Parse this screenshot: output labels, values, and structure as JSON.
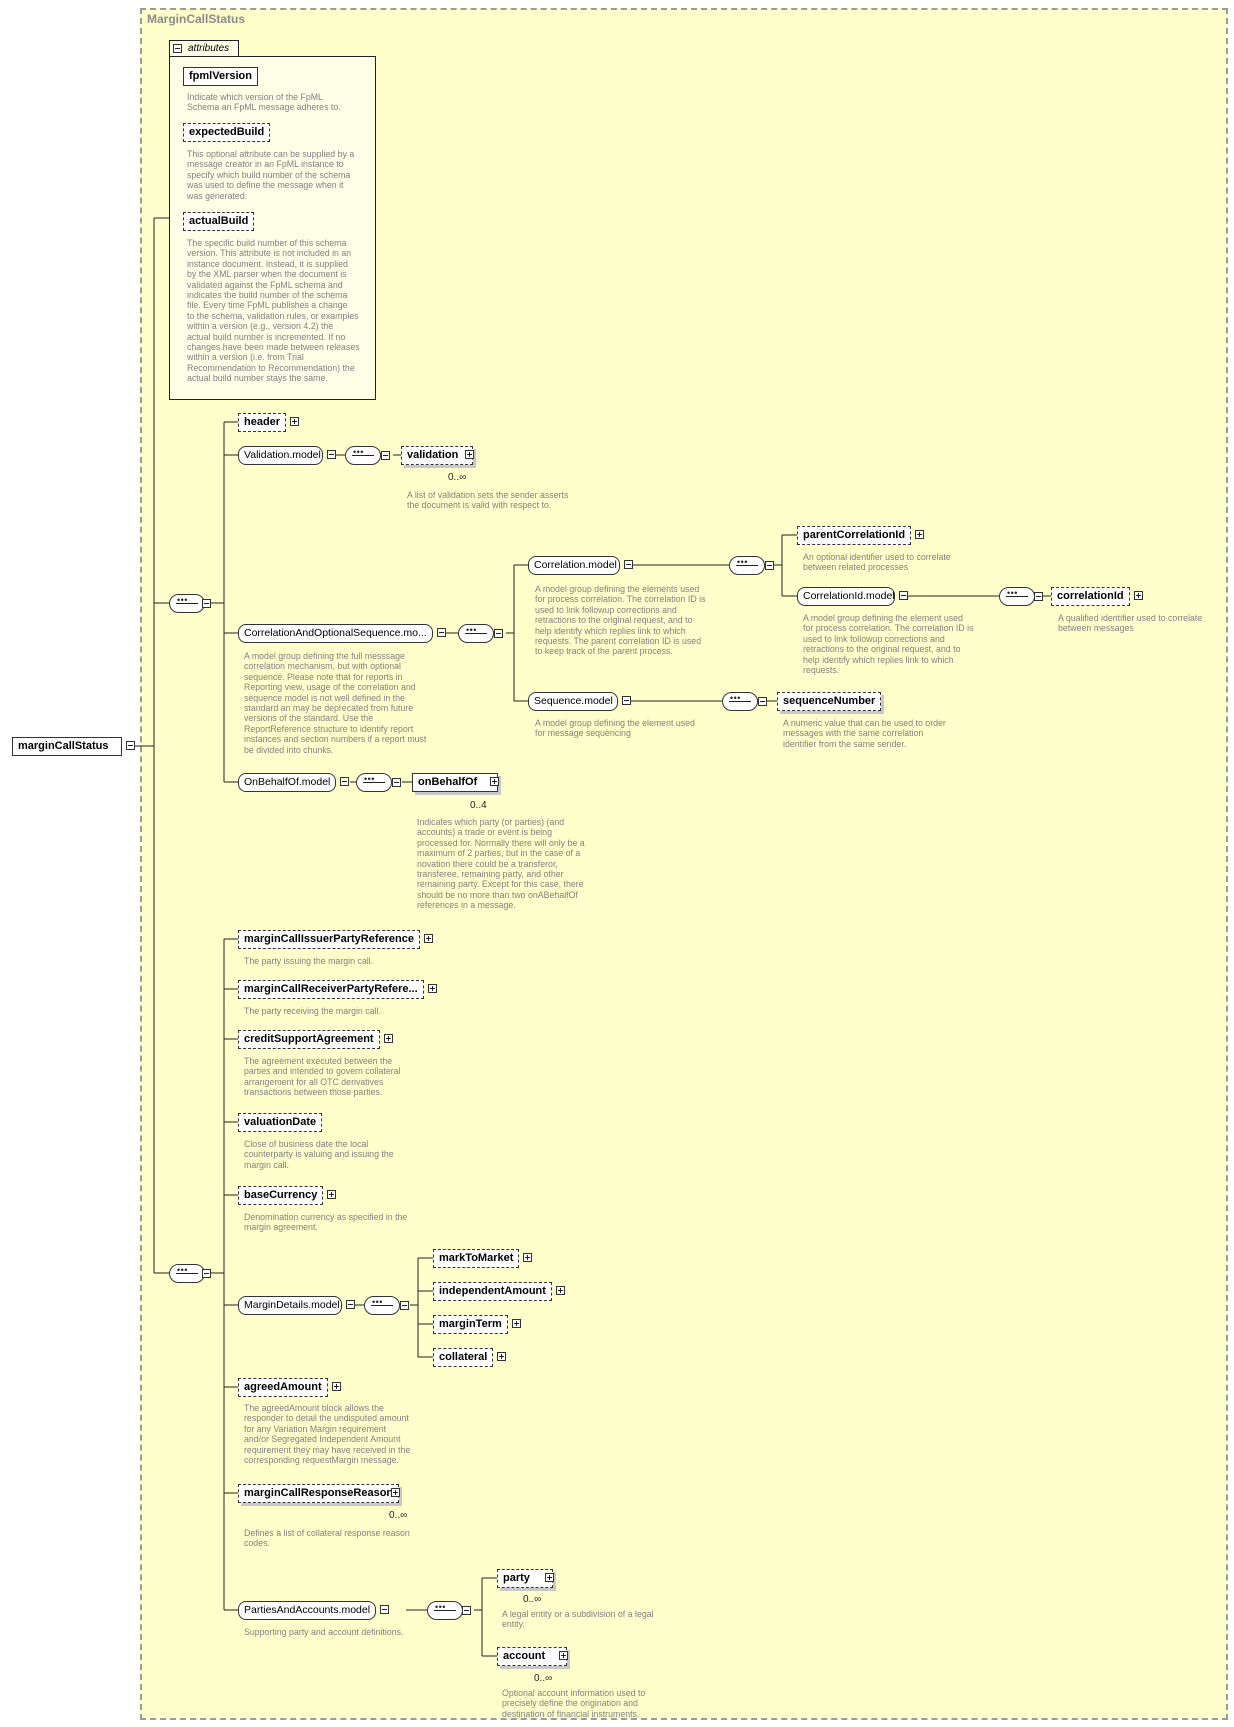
{
  "title": "MarginCallStatus",
  "root": "marginCallStatus",
  "attributes": {
    "tab_label": "attributes",
    "items": [
      {
        "name": "fpmlVersion",
        "desc": "Indicate which version of the FpML\nSchema an FpML message adheres to."
      },
      {
        "name": "expectedBuild",
        "desc": "This optional attribute can be supplied by a\nmessage creator in an FpML instance to\nspecify which build number of the schema\nwas used to define the message when it\nwas generated."
      },
      {
        "name": "actualBuild",
        "desc": "The specific build number of this schema\nversion. This attribute is not included in an\ninstance document. Instead, it is supplied\nby the XML parser when the document is\nvalidated against the FpML schema and\nindicates the build number of the schema\nfile. Every time FpML publishes a change\nto the schema, validation rules, or examples\nwithin a version (e.g., version 4.2) the\nactual build number is incremented. If no\nchanges have been made between releases\nwithin a version (i.e. from Trial\nRecommendation to Recommendation) the\nactual build number stays the same."
      }
    ]
  },
  "nodes": {
    "header": "header",
    "validation_model": "Validation.model",
    "validation": "validation",
    "validation_card": "0..∞",
    "validation_desc": "A list of validation sets the sender asserts\nthe document is valid with respect to.",
    "corr_seq_model": "CorrelationAndOptionalSequence.mo...",
    "corr_seq_desc": "A model group defining the full messsage\ncorrelation mechanism, but with optional\nsequence. Please note that for reports in\nReporting view, usage of the correlation and\nsequence model is not well defined in the\nstandard an may be deprecated from future\nversions of the standard. Use the\nReportReference structure to identify report\ninstances and section numbers if a report must\nbe divided into chunks.",
    "correlation_model": "Correlation.model",
    "correlation_desc": "A model group defining the elements used\nfor process correlation. The correlation ID is\nused to link followup corrections and\nretractions to the original request, and to\nhelp identify which replies link to which\nrequests. The parent correlation ID is used\nto keep track of the parent process.",
    "parent_corr": "parentCorrelationId",
    "parent_corr_desc": "An optional identifier used to correlate\nbetween related processes",
    "corrid_model": "CorrelationId.model",
    "corrid_desc": "A model group defining the element used\nfor process correlation. The correlation ID is\nused to link followup corrections and\nretractions to the original request, and to\nhelp identify which replies link to which\nrequests.",
    "corrid": "correlationId",
    "corrid_el_desc": "A qualified identifier used to correlate\nbetween messages",
    "sequence_model": "Sequence.model",
    "sequence_desc": "A model group defining the element used\nfor message sequencing",
    "seq_number": "sequenceNumber",
    "seq_number_desc": "A numeric value that can be used to order\nmessages with the same correlation\nidentifier from the same sender.",
    "onbehalf_model": "OnBehalfOf.model",
    "onbehalf": "onBehalfOf",
    "onbehalf_card": "0..4",
    "onbehalf_desc": "Indicates which party (or parties) (and\naccounts) a trade or event is being\nprocessed for. Normally there will only be a\nmaximum of 2 parties, but in the case of a\nnovation there could be a transferor,\ntransferee, remaining party, and other\nremaining party. Except for this case, there\nshould be no more than two onABehalfOf\nreferences in a message.",
    "issuer": "marginCallIssuerPartyReference",
    "issuer_desc": "The party issuing the margin call.",
    "receiver": "marginCallReceiverPartyRefere...",
    "receiver_desc": "The party receiving the margin call.",
    "csa": "creditSupportAgreement",
    "csa_desc": "The agreement executed between the\nparties and intended to govern collateral\narrangement for all OTC derivatives\ntransactions between those parties.",
    "valuation_date": "valuationDate",
    "valuation_date_desc": "Close of business date the local\ncounterparty is valuing and issuing the\nmargin call.",
    "base_ccy": "baseCurrency",
    "base_ccy_desc": "Denomination currency as specified in the\nmargin agreement.",
    "margin_details_model": "MarginDetails.model",
    "mtm": "markToMarket",
    "ia": "independentAmount",
    "term": "marginTerm",
    "collateral": "collateral",
    "agreed": "agreedAmount",
    "agreed_desc": "The agreedAmount block allows the\nresponder to detail the undisputed amount\nfor any Variation Margin requirement\nand/or Segregated Independent Amount\nrequirement they may have received in the\ncorresponding requestMargin message.",
    "reason": "marginCallResponseReason",
    "reason_card": "0..∞",
    "reason_desc": "Defines a list of collateral response reason\ncodes.",
    "pa_model": "PartiesAndAccounts.model",
    "pa_desc": "Supporting party and account definitions.",
    "party": "party",
    "party_card": "0..∞",
    "party_desc": "A legal entity or a subdivision of a legal\nentity.",
    "account": "account",
    "account_card": "0..∞",
    "account_desc": "Optional account information used to\nprecisely define the origination and\ndestination of financial instruments."
  }
}
